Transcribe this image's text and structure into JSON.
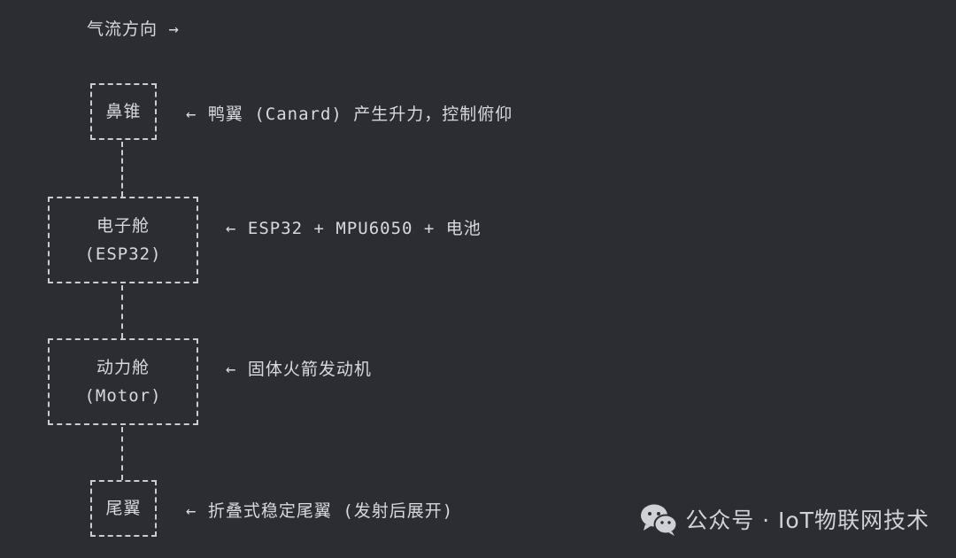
{
  "airflow_label": "气流方向 →",
  "blocks": {
    "nose": {
      "line1": "鼻锥",
      "note": "← 鸭翼 (Canard) 产生升力，控制俯仰"
    },
    "avionics": {
      "line1": "电子舱",
      "line2": "(ESP32)",
      "note": "← ESP32 + MPU6050 + 电池"
    },
    "motor": {
      "line1": "动力舱",
      "line2": "(Motor)",
      "note": "← 固体火箭发动机"
    },
    "tail": {
      "line1": "尾翼",
      "note": "← 折叠式稳定尾翼 (发射后展开)"
    }
  },
  "watermark": {
    "text": "公众号 · IoT物联网技术",
    "icon": "wechat-icon"
  }
}
